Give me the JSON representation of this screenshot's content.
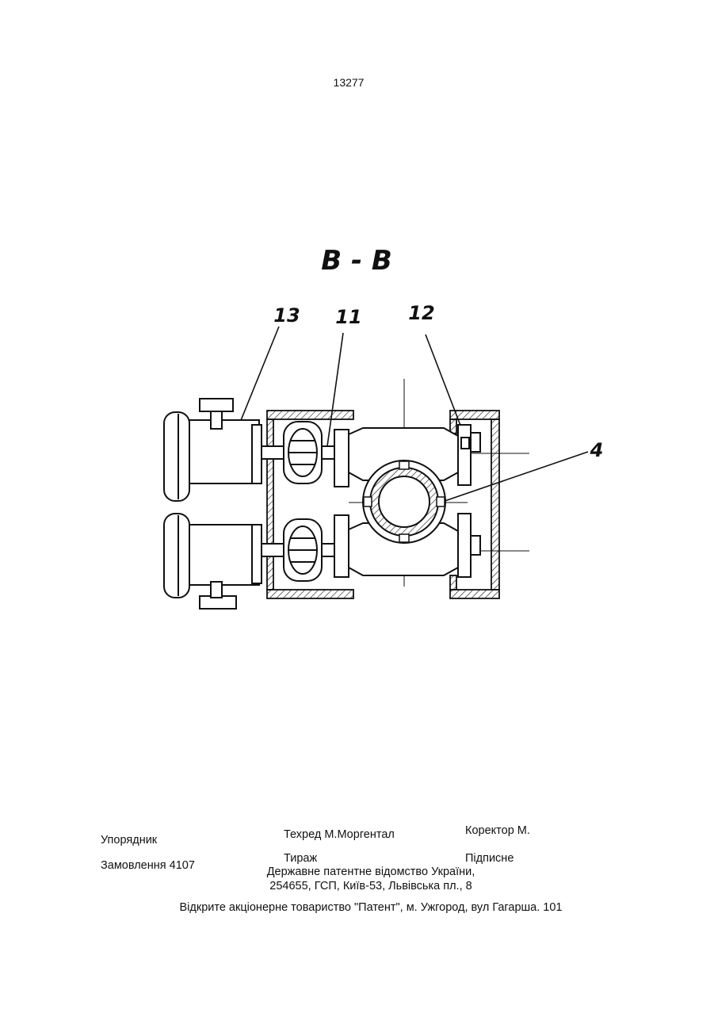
{
  "page_number": "13277",
  "figure": {
    "section_label": "B - B",
    "labels": {
      "l13": "13",
      "l11": "11",
      "l12": "12",
      "l4": "4"
    }
  },
  "footer": {
    "compiler": "Упорядник",
    "techred": "Техред М.Моргентал",
    "corrector": "Коректор   М.",
    "order": "Замовлення 4107",
    "circulation": "Тираж",
    "subscription": "Підписне",
    "office_line1": "Державне патентне відомство України,",
    "office_line2": "254655, ГСП, Київ-53, Львівська пл., 8",
    "company": "Відкрите акціонерне товариство \"Патент\", м. Ужгород, вул Гагарша. 101"
  }
}
